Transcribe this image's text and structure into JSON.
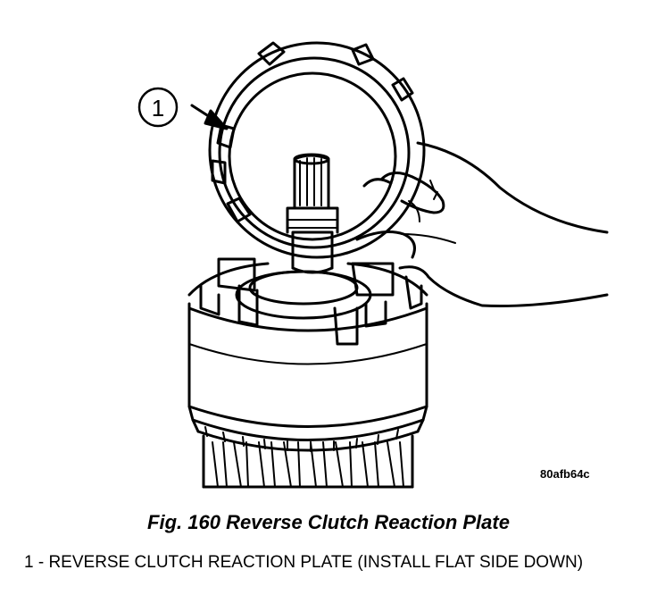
{
  "callout": {
    "number": "1"
  },
  "figure_code": "80afb64c",
  "caption": "Fig. 160 Reverse Clutch Reaction Plate",
  "legend": "1 - REVERSE CLUTCH REACTION PLATE (INSTALL FLAT SIDE DOWN)"
}
